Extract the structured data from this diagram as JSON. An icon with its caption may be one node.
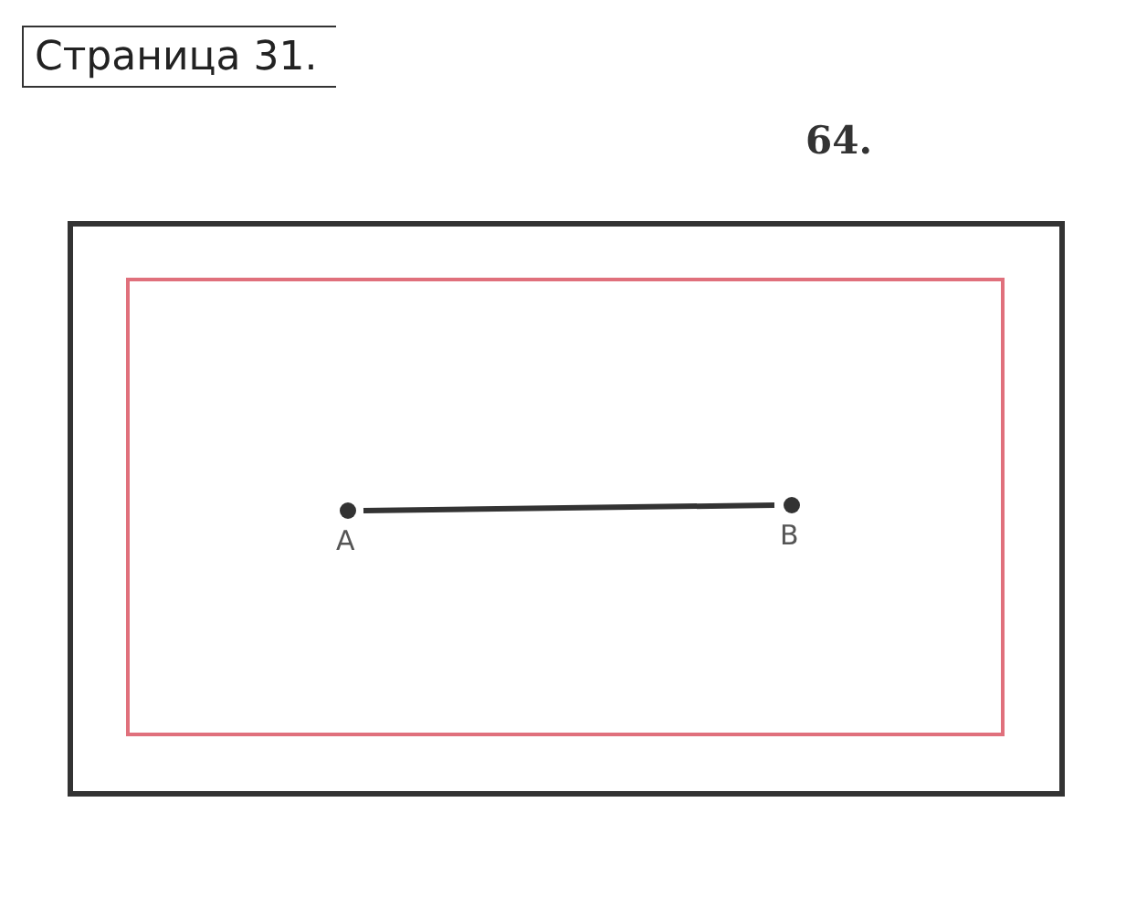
{
  "diagram": {
    "title": "Страница 31.",
    "nodes": [
      {
        "text": [],
        "shape": "box"
      },
      {
        "text": [],
        "shape": "box",
        "in": 0
      },
      {
        "text": [
          "A"
        ],
        "in": 1
      },
      {
        "text": [
          "B"
        ],
        "in": 1
      }
    ],
    "edges": [
      {
        "from": 2,
        "to": 3,
        "arrow": "none"
      }
    ],
    "labels": [
      "64."
    ]
  }
}
